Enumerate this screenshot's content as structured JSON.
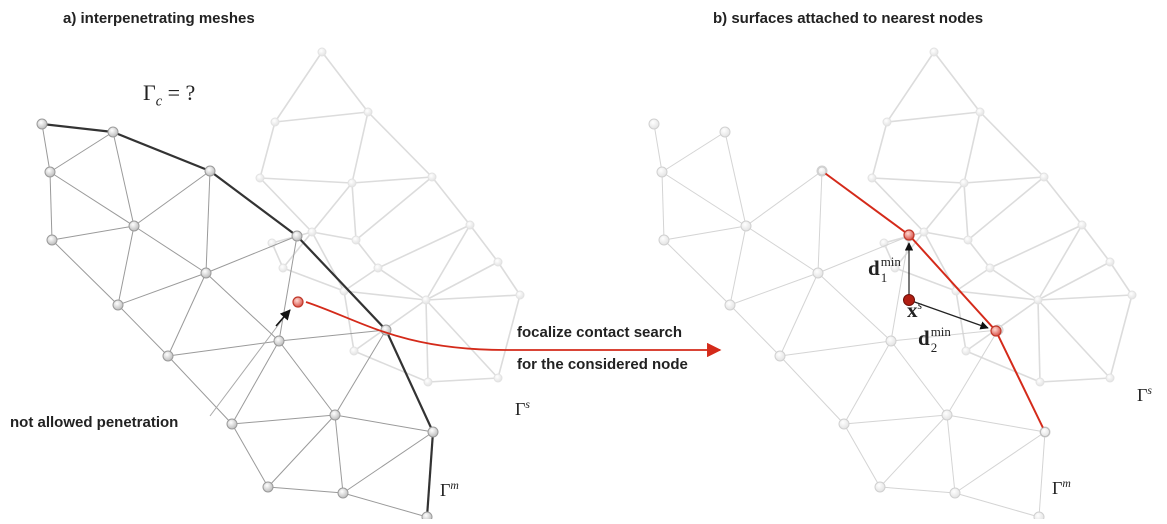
{
  "panel_a": {
    "title": "a) interpenetrating meshes",
    "gamma_c_symbol": "Γ",
    "gamma_c_sub": "c",
    "gamma_c_rest": " = ?",
    "penetration_label": "not allowed penetration",
    "gamma_s_symbol": "Γ",
    "gamma_s_sup": "s",
    "gamma_m_symbol": "Γ",
    "gamma_m_sup": "m"
  },
  "panel_b": {
    "title": "b) surfaces attached to nearest nodes",
    "d1_symbol": "d",
    "d1_sub": "1",
    "d1_sup": "min",
    "d2_symbol": "d",
    "d2_sub": "2",
    "d2_sup": "min",
    "x_symbol": "x",
    "x_sup": "s",
    "gamma_s_symbol": "Γ",
    "gamma_s_sup": "s",
    "gamma_m_symbol": "Γ",
    "gamma_m_sup": "m"
  },
  "arrow_caption": {
    "line1": "focalize contact search",
    "line2": "for the considered node"
  },
  "colors": {
    "master_mesh": "#9a9a9a",
    "slave_mesh": "#dcdcdc",
    "boundary": "#333333",
    "contact": "#d42a1a",
    "node_fill": "#d9d9d9"
  }
}
